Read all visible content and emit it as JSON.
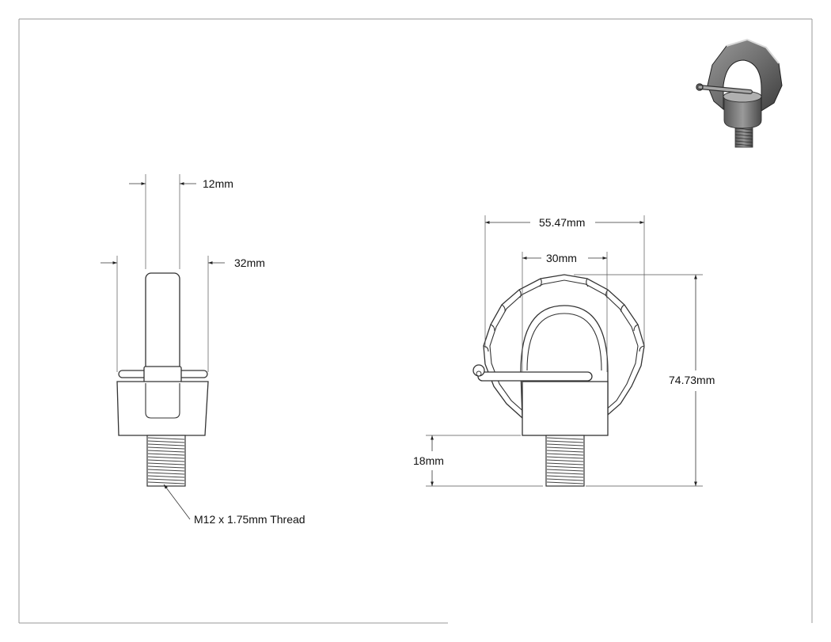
{
  "drawing": {
    "side_view": {
      "dim_shank_width": "12mm",
      "dim_overall_width": "32mm",
      "thread_callout": "M12 x 1.75mm Thread"
    },
    "front_view": {
      "dim_outer_width": "55.47mm",
      "dim_inner_width": "30mm",
      "dim_overall_height": "74.73mm",
      "dim_thread_length": "18mm"
    },
    "iso_view": {
      "icon": "swivel-hoist-ring-iso-icon"
    }
  }
}
